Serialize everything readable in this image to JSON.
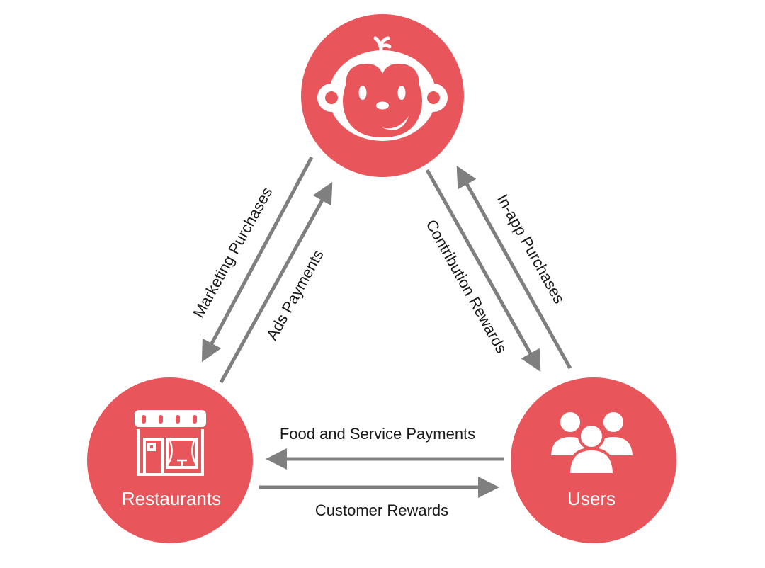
{
  "colors": {
    "node": "#e8555a",
    "arrow": "#7f7f7f",
    "icon": "#ffffff"
  },
  "nodes": {
    "center": {
      "icon": "monkey-logo-icon"
    },
    "restaurants": {
      "label": "Restaurants",
      "icon": "storefront-icon"
    },
    "users": {
      "label": "Users",
      "icon": "users-group-icon"
    }
  },
  "flows": {
    "marketing_purchases": "Marketing Purchases",
    "ads_payments": "Ads Payments",
    "contribution_rewards": "Contribution Rewards",
    "in_app_purchases": "In-app Purchases",
    "food_service_payments": "Food and Service Payments",
    "customer_rewards": "Customer Rewards"
  }
}
